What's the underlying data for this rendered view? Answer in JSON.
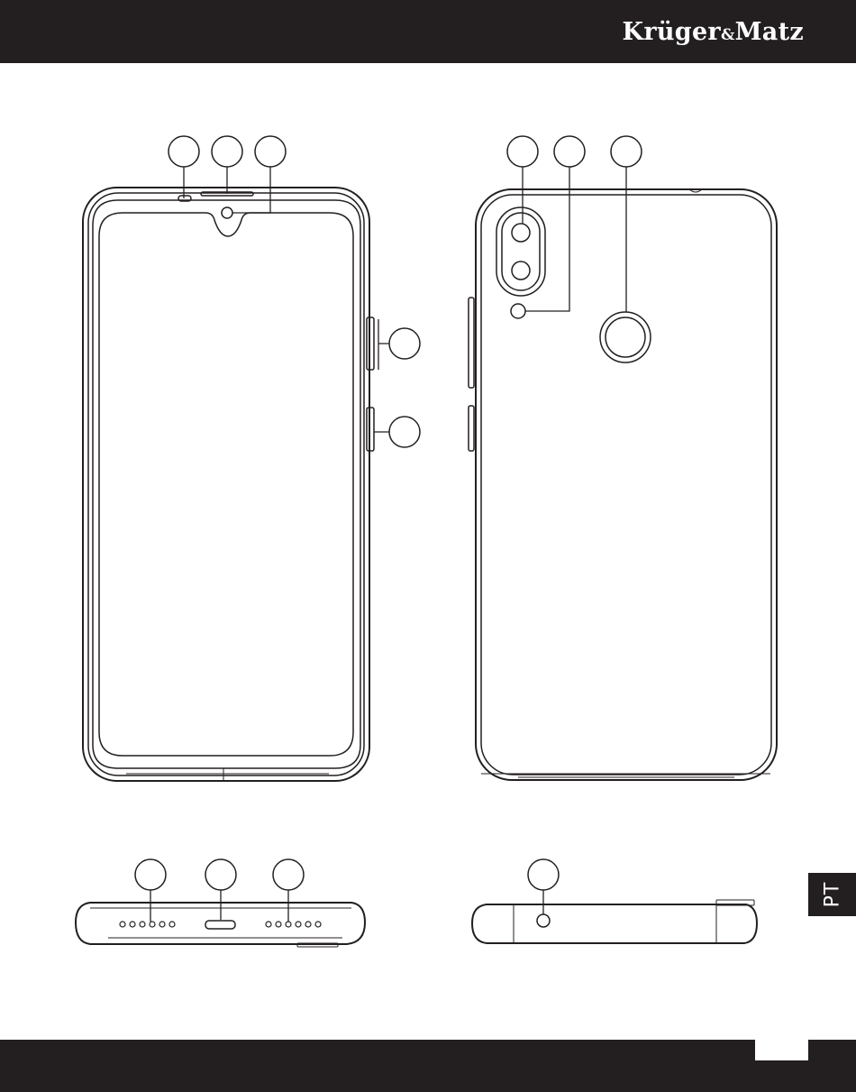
{
  "header": {
    "brand_name": "Krüger",
    "brand_amp": "&",
    "brand_name2": "Matz"
  },
  "side_tab": {
    "language": "PT"
  },
  "colors": {
    "bar": "#231f20",
    "line": "#231f20",
    "background": "#ffffff"
  },
  "figure": {
    "front_view_callouts": 5,
    "back_view_callouts": 3,
    "bottom_view_callouts": 3,
    "top_view_callouts": 1
  }
}
